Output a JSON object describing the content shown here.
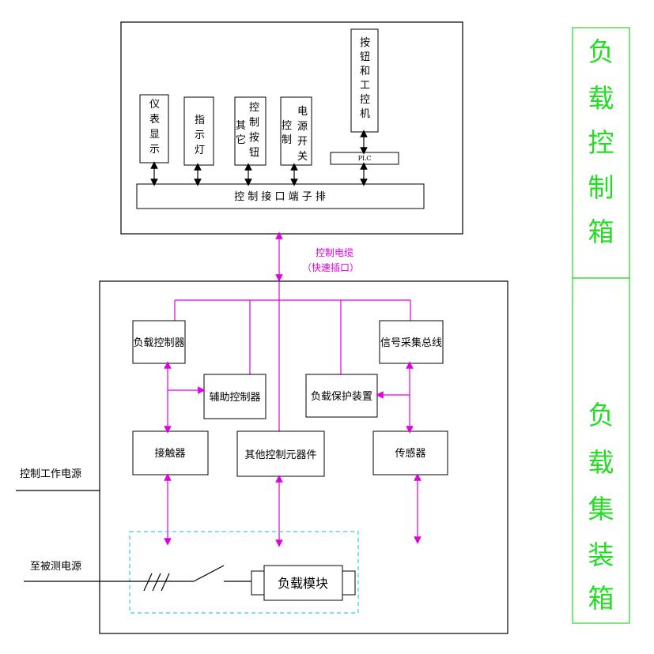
{
  "control_box": {
    "instrument_display": [
      "仪",
      "表",
      "显",
      "示"
    ],
    "indicator_light": [
      "指",
      "示",
      "灯"
    ],
    "other_buttons_col1": [
      "其",
      "它"
    ],
    "other_buttons_col2": [
      "控",
      "制",
      "按",
      "钮"
    ],
    "power_switch_col1": [
      "控",
      "制"
    ],
    "power_switch_col2": [
      "电",
      "源",
      "开",
      "关"
    ],
    "buttons_ipc": [
      "按",
      "钮",
      "和",
      "工",
      "控",
      "机"
    ],
    "plc": "PLC",
    "terminal_strip": "控 制 接 口 端 子 排"
  },
  "cable": {
    "line1": "控制电缆",
    "line2": "（快速插口）"
  },
  "load_box": {
    "load_controller": "负载控制器",
    "signal_bus": "信号采集总线",
    "aux_controller": "辅助控制器",
    "load_protection": "负载保护装置",
    "contactor": "接触器",
    "other_components": "其他控制元器件",
    "sensor": "传感器",
    "load_module": "负载模块"
  },
  "external": {
    "control_power": "控制工作电源",
    "to_dut_power": "至被测电源"
  },
  "side_labels": {
    "control_box": [
      "负",
      "载",
      "控",
      "制",
      "箱"
    ],
    "load_box": [
      "负",
      "载",
      "集",
      "装",
      "箱"
    ]
  },
  "colors": {
    "magenta": "#e000e0",
    "green": "#22dd22",
    "cyan": "#33ccee"
  }
}
